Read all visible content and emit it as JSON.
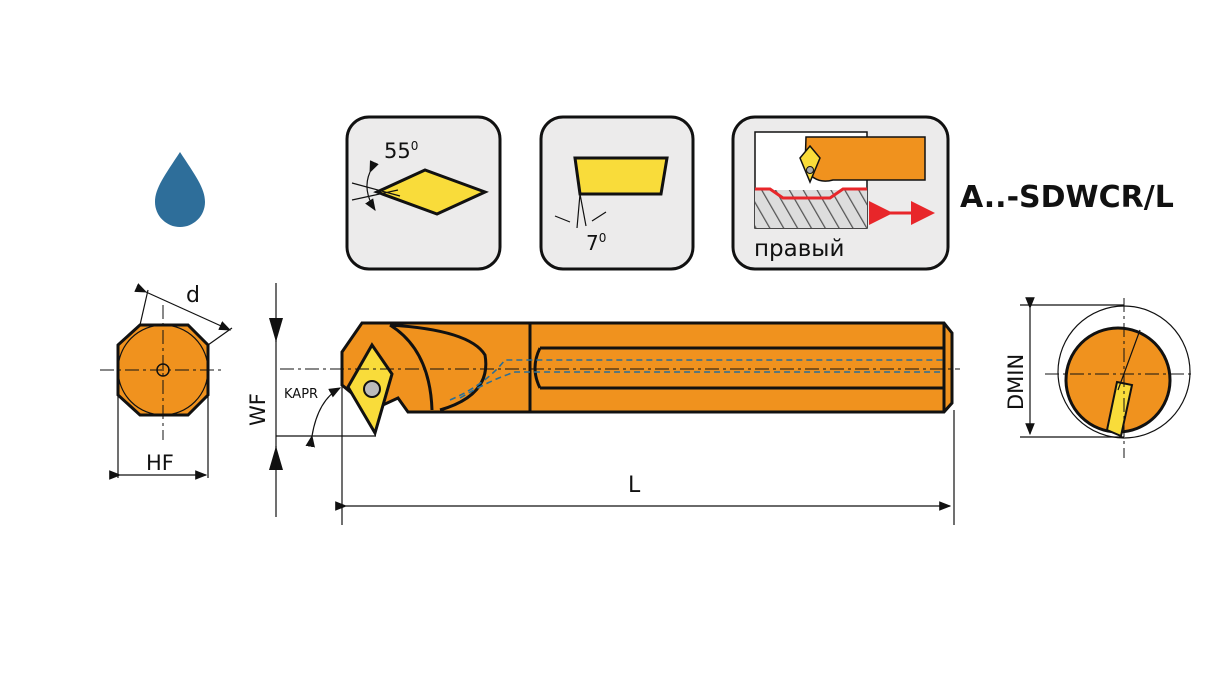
{
  "title": "A..-SDWCR/L",
  "icons": {
    "coolant": "coolant-drop-icon"
  },
  "insert_shape": {
    "angle_label": "55",
    "angle_unit": "0"
  },
  "clearance": {
    "angle_label": "7",
    "angle_unit": "0"
  },
  "hand": {
    "label": "правый"
  },
  "dimensions": {
    "d": "d",
    "hf": "HF",
    "wf": "WF",
    "kapr": "KAPR",
    "l": "L",
    "dmin": "DMIN"
  },
  "colors": {
    "body": "#F0921E",
    "insert": "#F9DC3A",
    "coolant": "#2E6E9A",
    "panel": "#ECEBEB",
    "arrow": "#E8262A"
  }
}
